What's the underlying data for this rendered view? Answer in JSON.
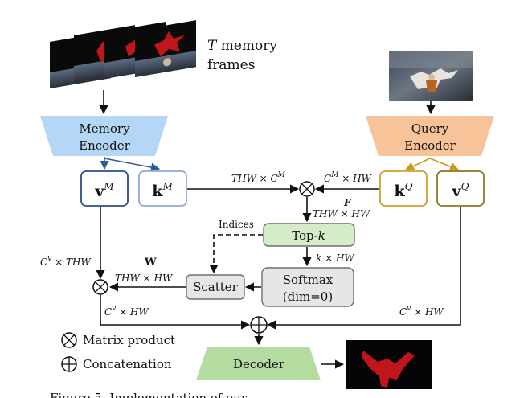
{
  "memory_frames": {
    "label_line1": "T memory",
    "label_line2": "frames"
  },
  "memory_encoder": {
    "line1": "Memory",
    "line2": "Encoder"
  },
  "query_encoder": {
    "line1": "Query",
    "line2": "Encoder"
  },
  "v_m": {
    "base": "v",
    "sup": "M"
  },
  "k_m": {
    "base": "k",
    "sup": "M"
  },
  "k_q": {
    "base": "k",
    "sup": "Q"
  },
  "v_q": {
    "base": "v",
    "sup": "Q"
  },
  "dims": {
    "thw_cm": "THW × C",
    "thw_cm_sup": "M",
    "cm_hw": "C",
    "cm_hw_sup": "M",
    "cm_hw_tail": " × HW",
    "f_label": "F",
    "thw_hw": "THW × HW",
    "k_hw": "k × HW",
    "cv_thw": "C",
    "cv_thw_sup": "v",
    "cv_thw_tail": " × THW",
    "w_label": "W",
    "thw_hw2": "THW × HW",
    "cv_hw_left": "C",
    "cv_hw_left_sup": "v",
    "cv_hw_left_tail": " × HW",
    "cv_hw_right": "C",
    "cv_hw_right_sup": "v",
    "cv_hw_right_tail": " × HW"
  },
  "indices_label": "Indices",
  "topk": {
    "base": "Top-",
    "k": "k"
  },
  "softmax": {
    "line1": "Softmax",
    "line2": "(dim=0)"
  },
  "scatter": "Scatter",
  "decoder": "Decoder",
  "legend": {
    "matrix_product": "Matrix product",
    "concatenation": "Concatenation"
  },
  "caption_fragment": "Figure 5.   Implementation of our...",
  "colors": {
    "memory_encoder": "#b3d7f5",
    "query_encoder": "#f9c39a",
    "memory_box_border": "#2f4f80",
    "k_m_border": "#8fa9cf",
    "query_box_border": "#c9a22a",
    "gray_box": "#e6e6e6",
    "topk_fill": "#d5ecc8",
    "decoder_fill": "#b5dca0",
    "mask_red": "#c0151a"
  }
}
